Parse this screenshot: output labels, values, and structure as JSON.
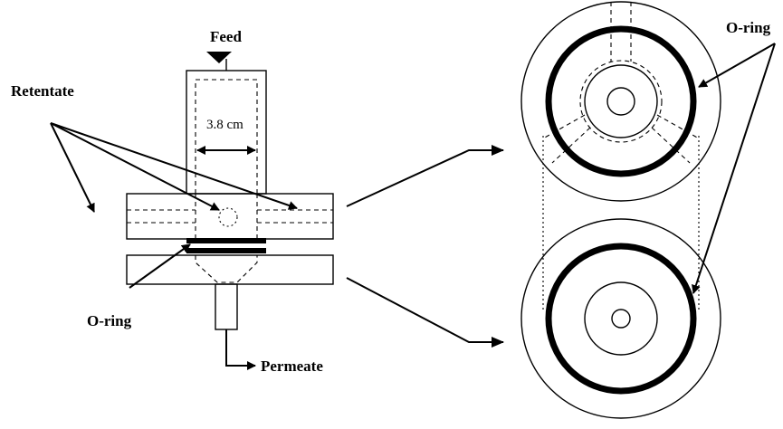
{
  "labels": {
    "feed": "Feed",
    "retentate": "Retentate",
    "width": "3.8 cm",
    "oring_left": "O-ring",
    "oring_right": "O-ring",
    "permeate": "Permeate"
  }
}
